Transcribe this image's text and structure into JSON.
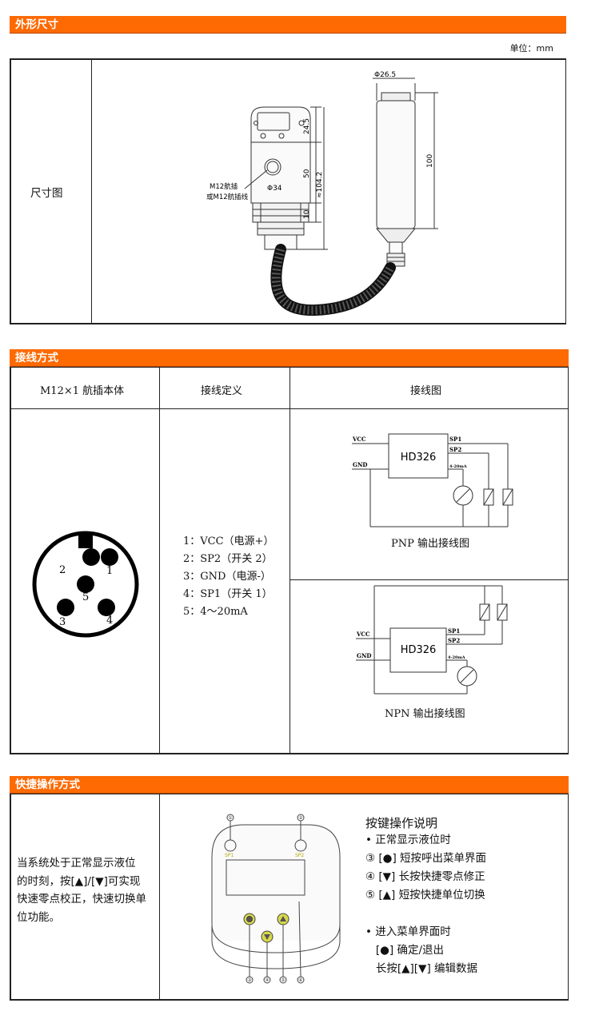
{
  "dimensions": {
    "title": "外形尺寸",
    "unit": "单位：mm",
    "row_label": "尺寸图",
    "drawing": {
      "d_sensor": "Φ26.5",
      "len_sensor": "100",
      "d_body": "Φ34",
      "h_top": "24.5",
      "h_mid": "50",
      "h_total": "≈104.2",
      "h_bottom": "10",
      "conn1": "M12航插",
      "conn2": "或M12航插线"
    }
  },
  "wiring": {
    "title": "接线方式",
    "headers": [
      "M12×1 航插本体",
      "接线定义",
      "接线图"
    ],
    "connector": {
      "pin1": "1",
      "pin2": "2",
      "pin3": "3",
      "pin4": "4",
      "pin5": "5"
    },
    "definitions": [
      "1：VCC（电源+）",
      "2：SP2（开关 2）",
      "3：GND（电源-）",
      "4：SP1（开关 1）",
      "5：4～20mA"
    ],
    "pnp": {
      "device": "HD326",
      "vcc": "VCC",
      "gnd": "GND",
      "sp1": "SP1",
      "sp2": "SP2",
      "ma": "4-20mA",
      "caption": "PNP 输出接线图"
    },
    "npn": {
      "device": "HD326",
      "vcc": "VCC",
      "gnd": "GND",
      "sp1": "SP1",
      "sp2": "SP2",
      "ma": "4-20mA",
      "caption": "NPN 输出接线图"
    }
  },
  "operation": {
    "title": "快捷操作方式",
    "description": "当系统处于正常显示液位\n的时刻，按[▲]/[▼]可实现\n快速零点校正，快速切换单\n位功能。",
    "device_labels": {
      "sp1": "SP1",
      "sp2": "SP2",
      "c1": "①",
      "c2": "②",
      "c3": "③",
      "c4": "④",
      "c5": "⑤",
      "c6": "⑥"
    },
    "keys_title": "按键操作说明",
    "keys": [
      "• 正常显示液位时",
      "③ [●] 短按呼出菜单界面",
      "④ [▼] 长按快捷零点修正",
      "⑤ [▲] 短按快捷单位切换",
      "",
      "• 进入菜单界面时",
      "   [●] 确定/退出",
      "   长按[▲][▼] 编辑数据"
    ]
  }
}
